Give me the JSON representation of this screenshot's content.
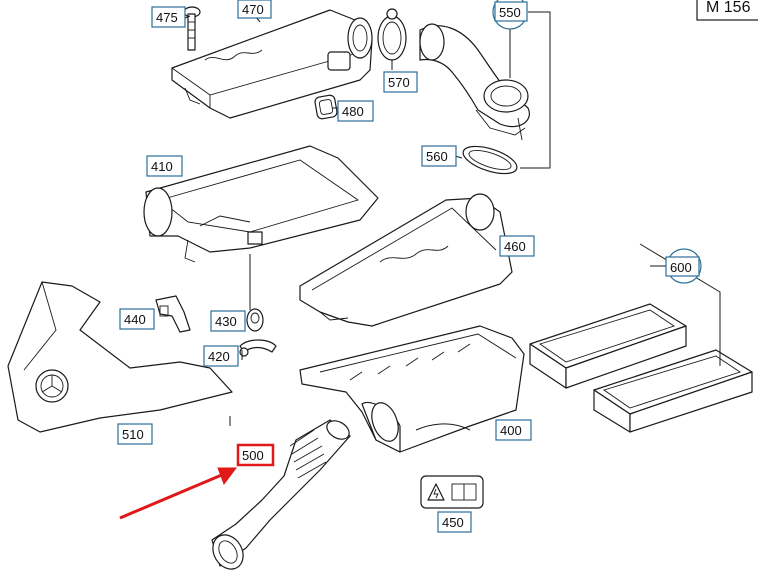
{
  "model": "M 156",
  "highlight_color": "#e01818",
  "callout_color": "#2c6f9a",
  "callouts": {
    "c475": "475",
    "c470": "470",
    "c550": "550",
    "c570": "570",
    "c480": "480",
    "c560": "560",
    "c410": "410",
    "c460": "460",
    "c600": "600",
    "c440": "440",
    "c430": "430",
    "c420": "420",
    "c510": "510",
    "c400": "400",
    "c500": "500",
    "c450": "450"
  },
  "highlighted_part": "500"
}
